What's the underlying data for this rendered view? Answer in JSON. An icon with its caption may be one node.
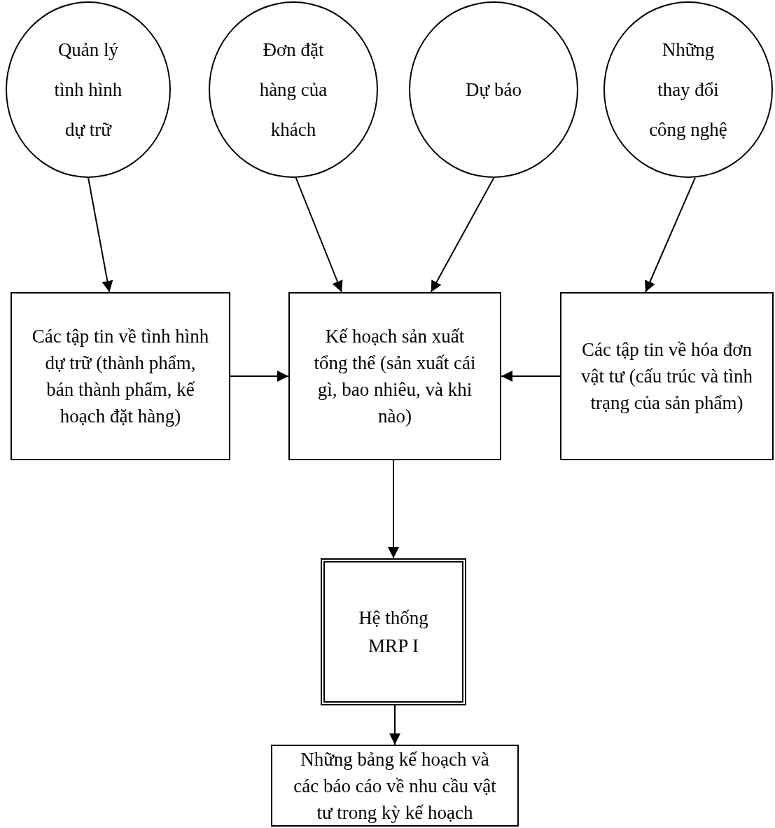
{
  "diagram": {
    "nodes": [
      {
        "text": [
          "Quản lý tình hình dự trữ"
        ]
      },
      {
        "text": [
          "Đơn đặt hàng của khách"
        ]
      },
      {
        "text": [
          "Dự báo"
        ]
      },
      {
        "text": [
          "Những thay đổi công nghệ"
        ]
      },
      {
        "text": [
          "Các tập tin về tình hình dự trữ (thành phẩm, bán thành phẩm, kế hoạch đặt hàng)"
        ]
      },
      {
        "text": [
          "Kế hoạch sản xuất tổng thể (sản xuất cái gì, bao nhiêu, và khi nào)"
        ]
      },
      {
        "text": [
          "Các tập tin về hóa đơn vật tư (cấu trúc và tình trạng của sản phẩm)"
        ]
      },
      {
        "text": [
          "Hệ thống MRP I"
        ]
      },
      {
        "text": [
          "Những bảng kế hoạch và các báo cáo về nhu cầu vật tư trong kỳ kế hoạch"
        ]
      }
    ],
    "edges": [
      {
        "from": 0,
        "to": 4,
        "arrow": "to"
      },
      {
        "from": 1,
        "to": 5,
        "arrow": "to"
      },
      {
        "from": 2,
        "to": 5,
        "arrow": "to"
      },
      {
        "from": 3,
        "to": 6,
        "arrow": "to"
      },
      {
        "from": 4,
        "to": 5,
        "arrow": "to"
      },
      {
        "from": 6,
        "to": 5,
        "arrow": "to"
      },
      {
        "from": 5,
        "to": 7,
        "arrow": "to"
      },
      {
        "from": 7,
        "to": 8,
        "arrow": "to"
      }
    ]
  }
}
